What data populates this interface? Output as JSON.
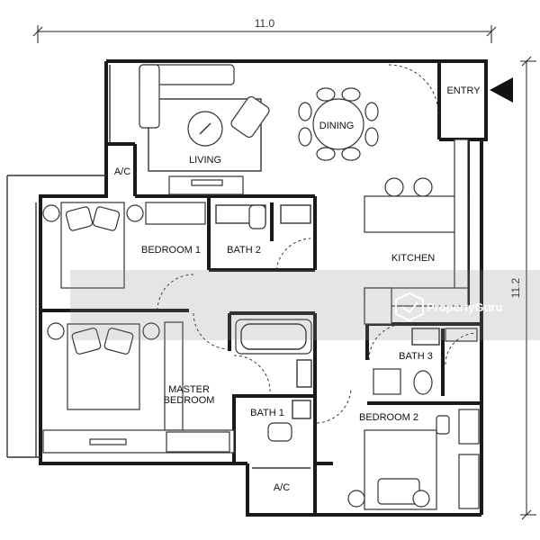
{
  "dimensions": {
    "width_label": "11.0",
    "height_label": "11.2"
  },
  "rooms": {
    "living": "LIVING",
    "dining": "DINING",
    "entry": "ENTRY",
    "kitchen": "KITCHEN",
    "ac_top": "A/C",
    "bedroom1": "BEDROOM 1",
    "bath2": "BATH 2",
    "master_line1": "MASTER",
    "master_line2": "BEDROOM",
    "bath1": "BATH 1",
    "bath3": "BATH 3",
    "bedroom2": "BEDROOM 2",
    "ac_bottom": "A/C"
  },
  "watermark": {
    "text": "PropertyGuru",
    "icon": "propertyguru-logo-icon"
  }
}
